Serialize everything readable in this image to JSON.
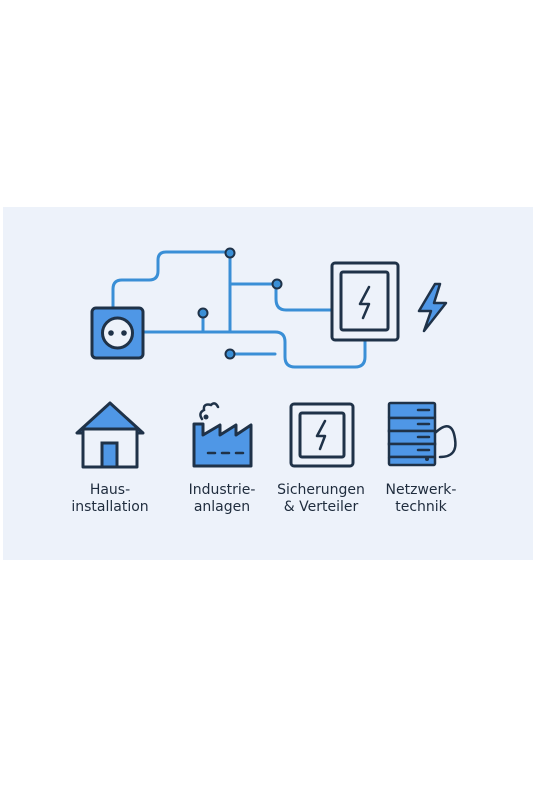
{
  "colors": {
    "background": "#edf2fa",
    "wire": "#3a8fd6",
    "outline": "#1f3248",
    "fill": "#4f97e6"
  },
  "icons": [
    "socket-icon",
    "distribution-box-icon",
    "lightning-icon",
    "house-icon",
    "factory-icon",
    "fuse-box-icon",
    "server-rack-icon"
  ],
  "categories": [
    {
      "line1": "Haus-",
      "line2": "installation"
    },
    {
      "line1": "Industrie-",
      "line2": "anlagen"
    },
    {
      "line1": "Sicherungen",
      "line2": "& Verteiler"
    },
    {
      "line1": "Netzwerk-",
      "line2": "technik"
    }
  ]
}
